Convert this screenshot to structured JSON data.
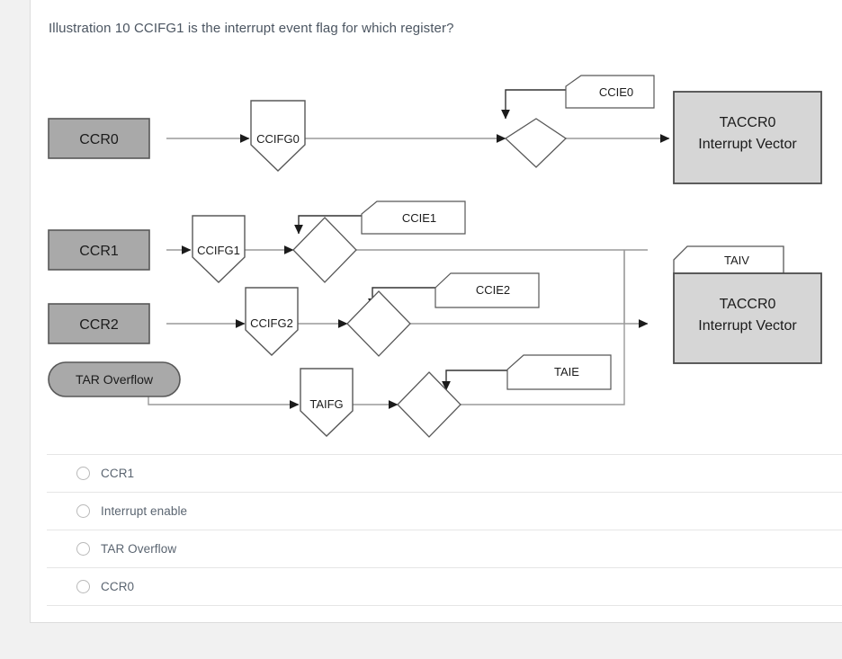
{
  "question": {
    "text": "Illustration 10 CCIFG1 is the interrupt event flag for which register?"
  },
  "diagram": {
    "title": "MSP430 Timer_A interrupt flag routing block diagram",
    "source_blocks": [
      {
        "id": "ccr0",
        "label": "CCR0",
        "shape": "rect",
        "fill": "#a9a9a9"
      },
      {
        "id": "ccr1",
        "label": "CCR1",
        "shape": "rect",
        "fill": "#a9a9a9"
      },
      {
        "id": "ccr2",
        "label": "CCR2",
        "shape": "rect",
        "fill": "#a9a9a9"
      },
      {
        "id": "tar_overflow",
        "label": "TAR Overflow",
        "shape": "stadium",
        "fill": "#a9a9a9"
      }
    ],
    "flag_blocks": [
      {
        "id": "ccifg0",
        "label": "CCIFG0",
        "shape": "pentagon-down"
      },
      {
        "id": "ccifg1",
        "label": "CCIFG1",
        "shape": "pentagon-down"
      },
      {
        "id": "ccifg2",
        "label": "CCIFG2",
        "shape": "pentagon-down"
      },
      {
        "id": "taifg",
        "label": "TAIFG",
        "shape": "pentagon-down"
      }
    ],
    "enable_blocks": [
      {
        "id": "ccie0",
        "label": "CCIE0",
        "shape": "folded-corner"
      },
      {
        "id": "ccie1",
        "label": "CCIE1",
        "shape": "folded-corner"
      },
      {
        "id": "ccie2",
        "label": "CCIE2",
        "shape": "folded-corner"
      },
      {
        "id": "taie",
        "label": "TAIE",
        "shape": "folded-corner"
      }
    ],
    "gates": [
      {
        "id": "gate0",
        "shape": "diamond"
      },
      {
        "id": "gate1",
        "shape": "diamond"
      },
      {
        "id": "gate2",
        "shape": "diamond"
      },
      {
        "id": "gate3",
        "shape": "diamond"
      }
    ],
    "vector_blocks": [
      {
        "id": "vector_top",
        "line1": "TACCR0",
        "line2": "Interrupt Vector",
        "fill": "#d6d6d6",
        "tab": null
      },
      {
        "id": "vector_bottom",
        "line1": "TACCR0",
        "line2": "Interrupt Vector",
        "fill": "#d6d6d6",
        "tab": "TAIV"
      }
    ]
  },
  "options": [
    {
      "id": "opt-ccr1",
      "label": "CCR1",
      "selected": false
    },
    {
      "id": "opt-interrupt-enable",
      "label": "Interrupt enable",
      "selected": false
    },
    {
      "id": "opt-tar-overflow",
      "label": "TAR Overflow",
      "selected": false
    },
    {
      "id": "opt-ccr0",
      "label": "CCR0",
      "selected": false
    }
  ],
  "colors": {
    "card_background": "#ffffff",
    "page_background": "#f1f1f1",
    "text": "#4b5561",
    "source_fill": "#a9a9a9",
    "vector_fill": "#d6d6d6",
    "line": "#9a9a9a",
    "stroke_dark": "#444444"
  }
}
